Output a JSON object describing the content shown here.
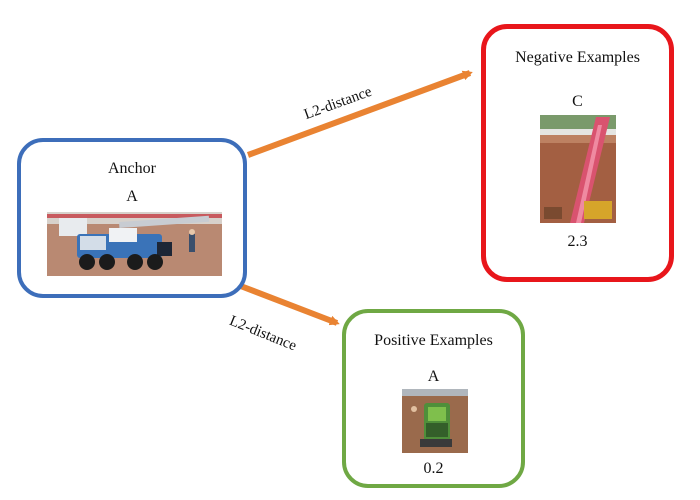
{
  "anchor": {
    "title": "Anchor",
    "letter": "A",
    "border_color": "#3D6EBA"
  },
  "negative": {
    "title": "Negative Examples",
    "letter": "C",
    "distance": "2.3",
    "border_color": "#E8161B"
  },
  "positive": {
    "title": "Positive Examples",
    "letter": "A",
    "distance": "0.2",
    "border_color": "#6FA844"
  },
  "edges": {
    "to_negative_label": "L2-distance",
    "to_positive_label": "L2-distance",
    "arrow_color": "#E98332"
  }
}
